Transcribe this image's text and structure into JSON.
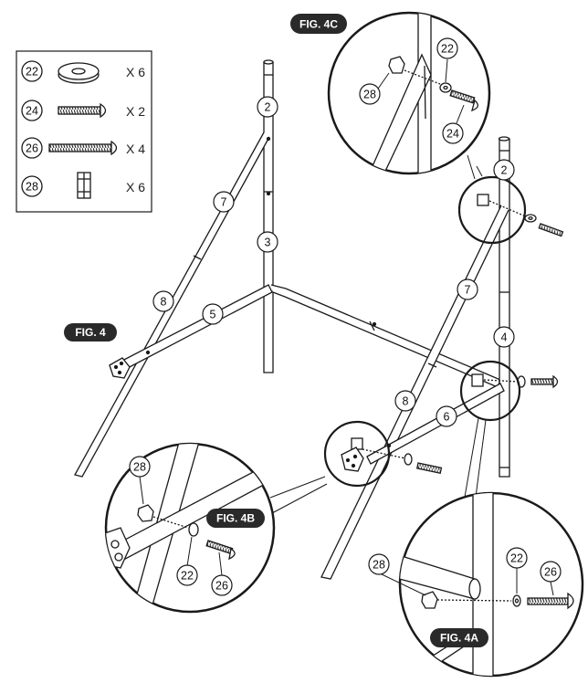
{
  "parts_legend": [
    {
      "part": "22",
      "qty": "X 6",
      "icon": "washer-icon"
    },
    {
      "part": "24",
      "qty": "X 2",
      "icon": "short-bolt-icon"
    },
    {
      "part": "26",
      "qty": "X 4",
      "icon": "long-bolt-icon"
    },
    {
      "part": "28",
      "qty": "X 6",
      "icon": "nut-icon"
    }
  ],
  "figures": {
    "main": "FIG. 4",
    "detail_a": "FIG. 4A",
    "detail_b": "FIG. 4B",
    "detail_c": "FIG. 4C"
  },
  "part_labels": {
    "pole_2": "2",
    "pole_3": "3",
    "pole_4": "4",
    "side_5": "5",
    "side_6": "6",
    "brace_7": "7",
    "brace_8": "8",
    "washer_22": "22",
    "bolt_24": "24",
    "bolt_26": "26",
    "nut_28": "28"
  },
  "colors": {
    "line": "#1a1a1a",
    "badge_fill": "#2a2a2a",
    "badge_text": "#ffffff",
    "background": "#ffffff"
  }
}
